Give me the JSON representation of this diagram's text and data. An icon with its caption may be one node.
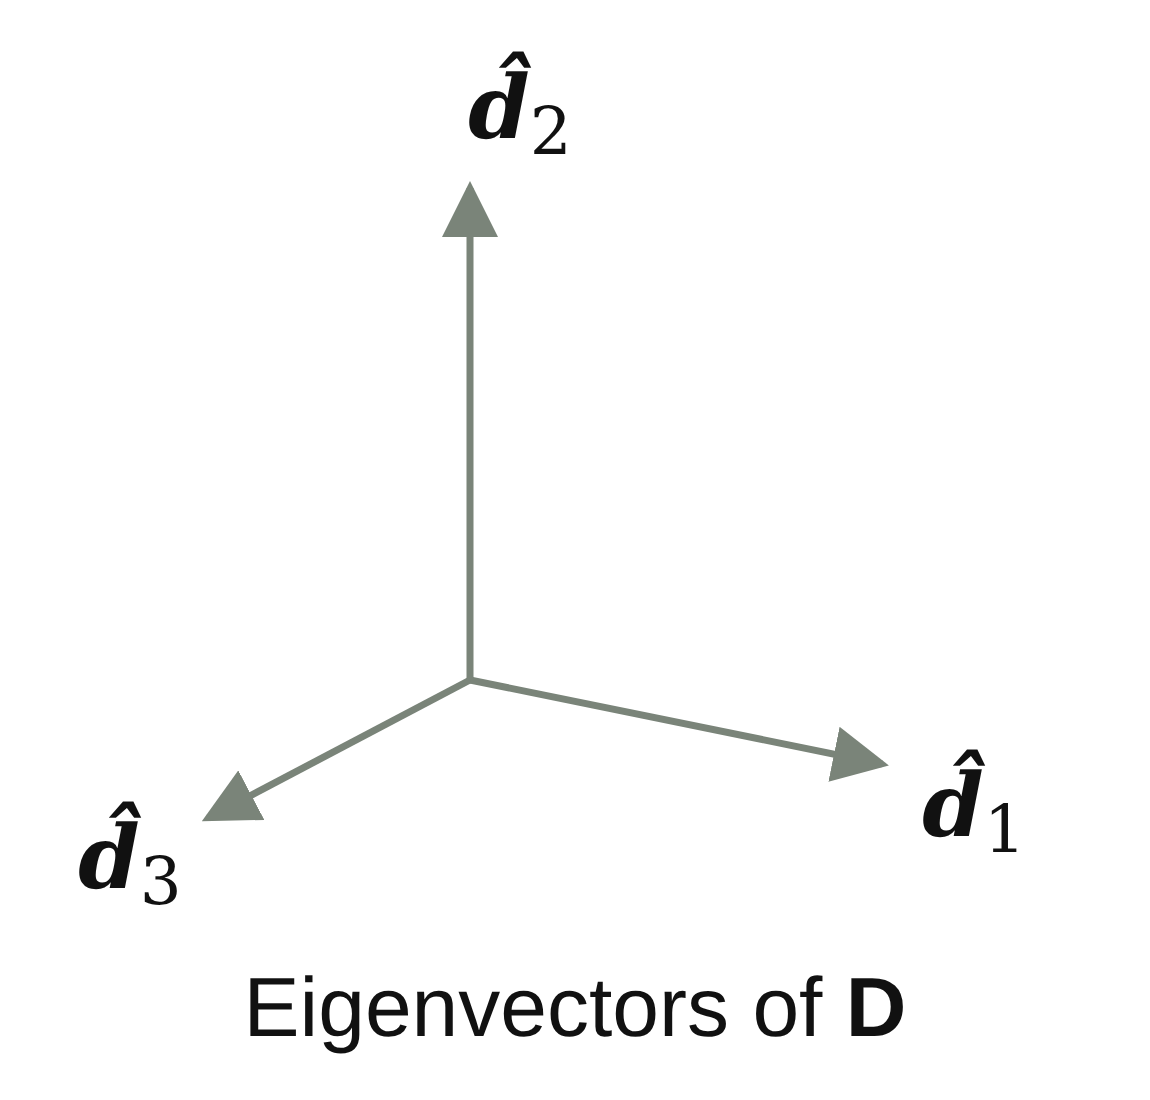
{
  "diagram": {
    "caption": "Eigenvectors of **D**",
    "nodes": [
      {
        "text": [
          "**d̂**$_{1}$"
        ]
      },
      {
        "text": [
          "**d̂**$_{2}$"
        ]
      },
      {
        "text": [
          "**d̂**$_{3}$"
        ]
      }
    ],
    "edges": [
      {
        "from": null,
        "to": 0,
        "arrow": "to"
      },
      {
        "from": null,
        "to": 1,
        "arrow": "to"
      },
      {
        "from": null,
        "to": 2,
        "arrow": "to"
      }
    ]
  }
}
